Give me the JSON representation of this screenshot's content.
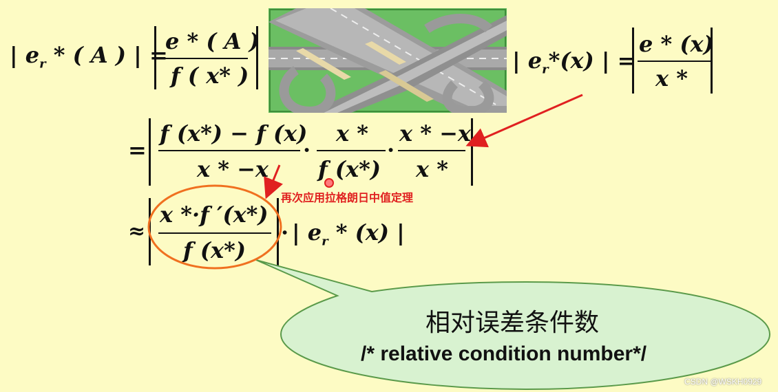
{
  "eq1": {
    "lhs": "| e",
    "lhs_sub": "r",
    "lhs_rest": " * ( A ) | =",
    "num": "e * ( A )",
    "den": "f ( x* )"
  },
  "eq2": {
    "lhs": "| e",
    "lhs_sub": "r",
    "lhs_rest": "*(x) | =",
    "num": "e * (x)",
    "den": "x *"
  },
  "line2": {
    "eq": "=",
    "f1_num": "f (x*) − f (x)",
    "f1_den": "x * −x",
    "dot": "·",
    "f2_num": "x *",
    "f2_den": "f (x*)",
    "f3_num": "x * −x",
    "f3_den": "x *"
  },
  "line3": {
    "approx": "≈",
    "num": "x *·f ′(x*)",
    "den": "f (x*)",
    "dot": "·",
    "tail": "| e",
    "tail_sub": "r",
    "tail_rest": " * (x) |"
  },
  "annotation": {
    "text": "再次应用拉格朗日中值定理",
    "color": "#e02020"
  },
  "callout": {
    "cn": "相对误差条件数",
    "en": "/* relative condition number*/",
    "fill": "#d8f2d0"
  },
  "highway_image": {
    "icon": "highway-interchange-icon"
  },
  "watermark": "CSDN @WSKH0929"
}
